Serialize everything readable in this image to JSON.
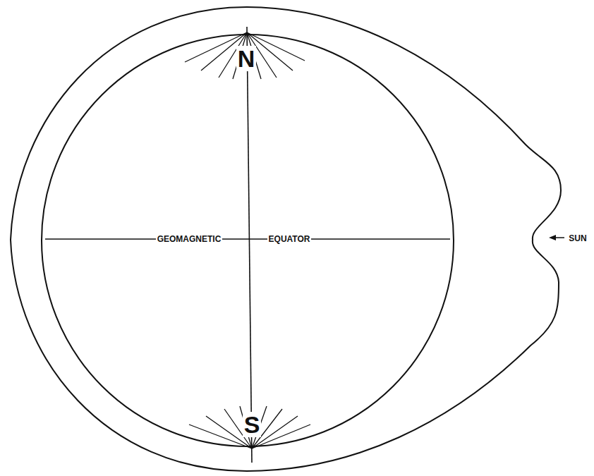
{
  "diagram": {
    "labels": [
      "N",
      "S",
      "GEOMAGNETIC",
      "EQUATOR",
      "SUN"
    ]
  }
}
